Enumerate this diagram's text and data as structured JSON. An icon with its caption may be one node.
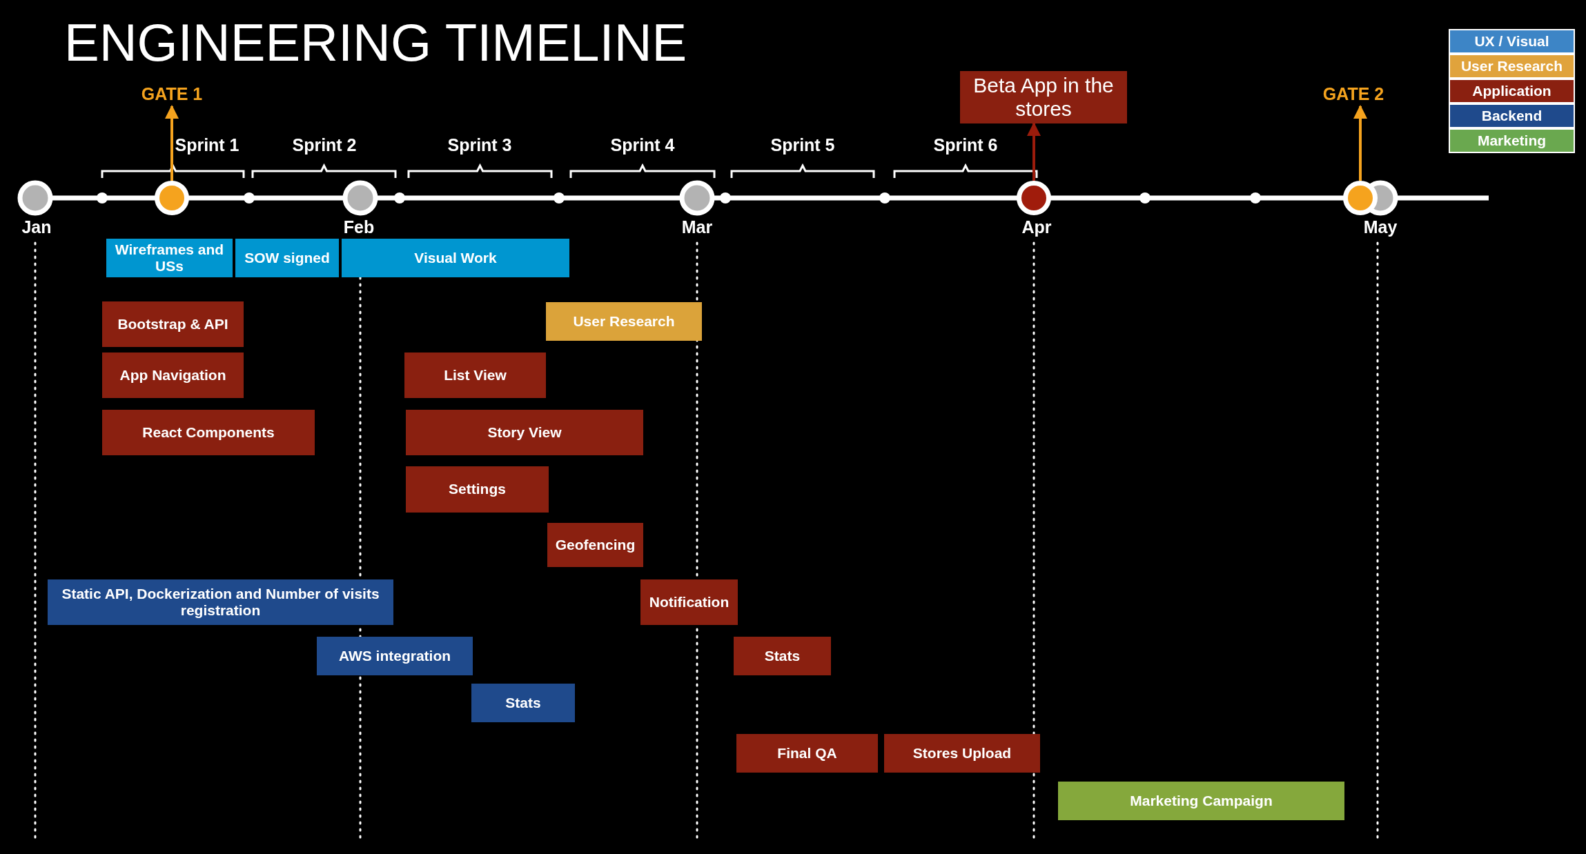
{
  "diagram": {
    "title": "ENGINEERING TIMELINE",
    "nodes": [
      {
        "text": [
          "GATE 1"
        ]
      },
      {
        "text": [],
        "shape": "circle"
      },
      {
        "text": [
          "Beta App in the stores"
        ]
      },
      {
        "text": [],
        "shape": "circle"
      },
      {
        "text": [
          "GATE 2"
        ]
      },
      {
        "text": [],
        "shape": "circle"
      },
      {
        "text": [
          "Wireframes and USs"
        ]
      },
      {
        "text": [
          "SOW signed"
        ]
      },
      {
        "text": [
          "Visual Work"
        ]
      },
      {
        "text": [
          "Bootstrap & API"
        ]
      },
      {
        "text": [
          "User Research"
        ]
      },
      {
        "text": [
          "App Navigation"
        ]
      },
      {
        "text": [
          "List View"
        ]
      },
      {
        "text": [
          "React Components"
        ]
      },
      {
        "text": [
          "Story View"
        ]
      },
      {
        "text": [
          "Settings"
        ]
      },
      {
        "text": [
          "Geofencing"
        ]
      },
      {
        "text": [
          "Static API, Dockerization and Number of visits registration"
        ]
      },
      {
        "text": [
          "Notification"
        ]
      },
      {
        "text": [
          "AWS integration"
        ]
      },
      {
        "text": [
          "Stats"
        ]
      },
      {
        "text": [
          "Stats"
        ]
      },
      {
        "text": [
          "Final QA"
        ]
      },
      {
        "text": [
          "Stores Upload"
        ]
      },
      {
        "text": [
          "Marketing Campaign"
        ]
      }
    ],
    "edges": [
      {
        "from": 1,
        "to": 0,
        "arrow": "to",
        "color": "#f5a31e"
      },
      {
        "from": 3,
        "to": 2,
        "arrow": "to",
        "color": "#9b1c0c"
      },
      {
        "from": 5,
        "to": 4,
        "arrow": "to",
        "color": "#f5a31e"
      }
    ],
    "labels": [
      "Sprint 1",
      "Sprint 2",
      "Sprint 3",
      "Sprint 4",
      "Sprint 5",
      "Sprint 6",
      "Jan",
      "Feb",
      "Mar",
      "Apr",
      "May"
    ],
    "legend": [
      {
        "text": "UX / Visual",
        "color": "#3d85c6"
      },
      {
        "text": "User Research",
        "color": "#e0a33c"
      },
      {
        "text": "Application",
        "color": "#8a2010"
      },
      {
        "text": "Backend",
        "color": "#1f4a8c"
      },
      {
        "text": "Marketing",
        "color": "#6aa84f"
      }
    ]
  }
}
